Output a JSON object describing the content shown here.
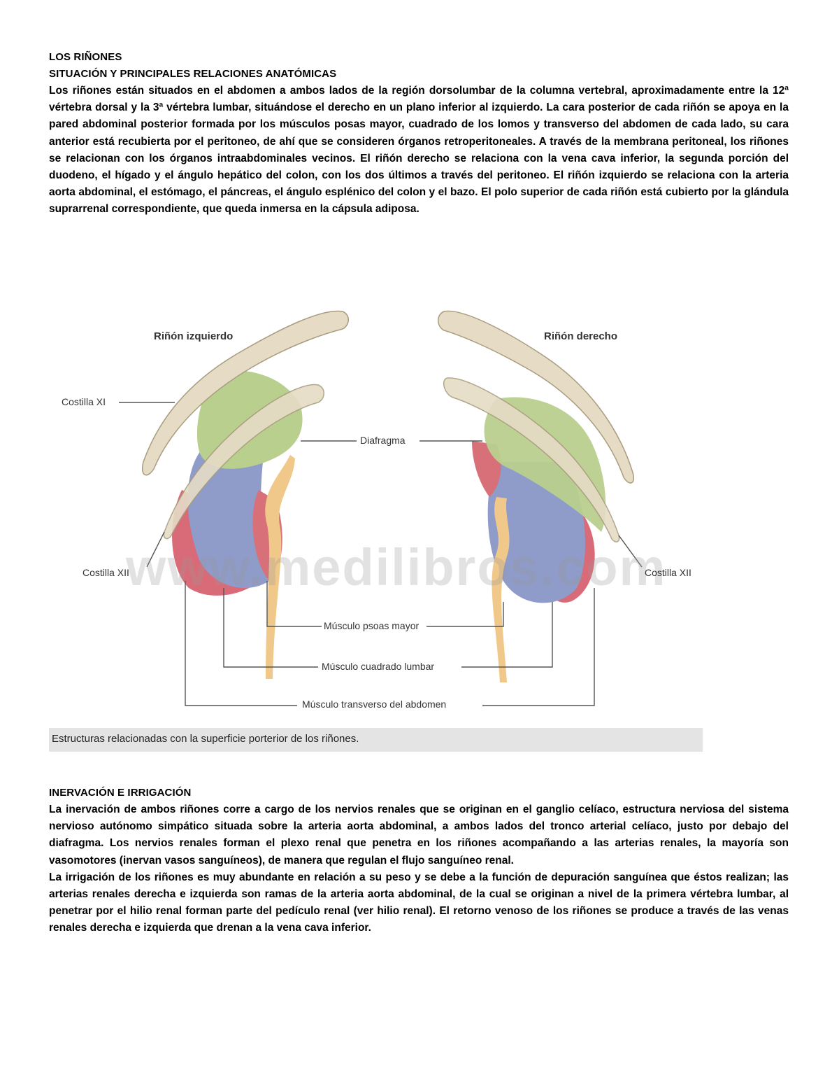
{
  "section1": {
    "title": "LOS RIÑONES",
    "subtitle": "SITUACIÓN Y PRINCIPALES RELACIONES ANATÓMICAS",
    "paragraph": " Los riñones están situados en el abdomen a ambos lados de la región dorsolumbar de la columna vertebral, aproximadamente entre la 12ª vértebra dorsal y la 3ª vértebra lumbar, situándose el derecho en un plano inferior al izquierdo. La cara posterior de cada riñón se apoya en la pared abdominal posterior formada por los músculos posas mayor, cuadrado de los lomos y transverso del abdomen de cada lado, su cara anterior está recubierta por el peritoneo, de ahí que se consideren órganos retroperitoneales. A través de la membrana peritoneal, los riñones se relacionan con los órganos intraabdominales vecinos. El riñón derecho se relaciona con la vena cava inferior, la segunda porción del duodeno, el hígado y el ángulo hepático del colon, con los dos últimos a través del peritoneo. El riñón izquierdo se relaciona con la arteria aorta abdominal, el estómago, el páncreas, el ángulo esplénico del colon y el bazo. El polo superior de cada riñón está cubierto por la glándula suprarrenal correspondiente, que queda inmersa en la cápsula adiposa."
  },
  "figure": {
    "label_left_kidney": "Riñón izquierdo",
    "label_right_kidney": "Riñón derecho",
    "label_costilla_xi": "Costilla XI",
    "label_diafragma": "Diafragma",
    "label_costilla_xii_left": "Costilla XII",
    "label_costilla_xii_right": "Costilla XII",
    "label_psoas": "Músculo psoas mayor",
    "label_cuadrado": "Músculo cuadrado lumbar",
    "label_transverso": "Músculo transverso del abdomen",
    "watermark": "www.medilibros.com",
    "caption": "Estructuras relacionadas con la superficie porterior de los riñones.",
    "colors": {
      "bone": "#e6dcc6",
      "diaphragm": "#b9cf8e",
      "psoas": "#8f9bc9",
      "quadratus": "#d8707a",
      "transversus": "#d96b78",
      "tendon": "#f0c88a"
    }
  },
  "section2": {
    "title": "INERVACIÓN E IRRIGACIÓN",
    "paragraph1": "La inervación de ambos riñones corre a cargo de los nervios renales que se originan en el ganglio celíaco, estructura nerviosa del sistema nervioso autónomo simpático situada sobre la arteria aorta abdominal, a ambos lados del tronco arterial celíaco, justo por debajo del diafragma. Los nervios renales forman el plexo renal que penetra en los riñones acompañando a las arterias renales, la mayoría son vasomotores (inervan vasos sanguíneos), de manera que regulan el flujo sanguíneo renal.",
    "paragraph2": "La irrigación de los riñones es muy abundante en relación a su peso y se debe a la función de depuración sanguínea que éstos realizan; las arterias renales derecha e izquierda son ramas de la arteria aorta abdominal, de la cual se originan a nivel de la primera vértebra lumbar, al penetrar por el hilio renal forman parte del pedículo renal (ver hilio renal). El retorno venoso de los riñones se produce a través de las venas renales derecha e izquierda que drenan a la vena cava inferior."
  }
}
